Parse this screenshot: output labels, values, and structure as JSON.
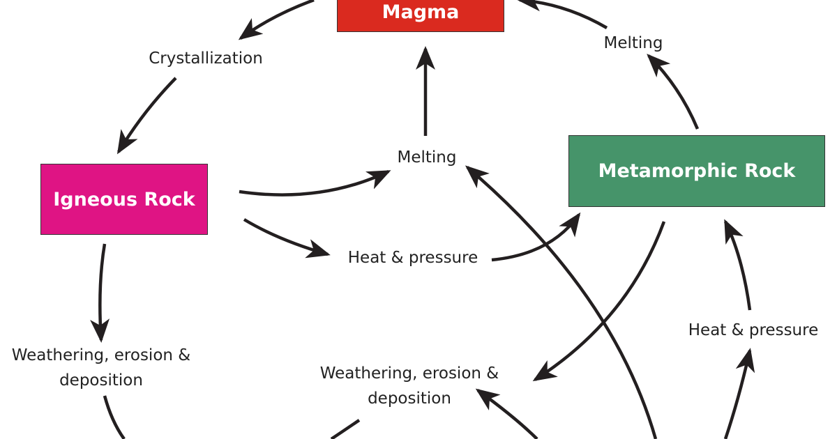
{
  "nodes": {
    "magma": {
      "label": "Magma",
      "color": "#da2a1f"
    },
    "igneous": {
      "label": "Igneous Rock",
      "color": "#df1484"
    },
    "metamorphic": {
      "label": "Metamorphic Rock",
      "color": "#46946a"
    }
  },
  "labels": {
    "crystallization": "Crystallization",
    "melting_top_right": "Melting",
    "melting_center": "Melting",
    "heat_pressure_center": "Heat & pressure",
    "heat_pressure_right": "Heat & pressure",
    "weathering_left_line1": "Weathering, erosion &",
    "weathering_left_line2": "deposition",
    "weathering_center_line1": "Weathering, erosion &",
    "weathering_center_line2": "deposition"
  },
  "arrow_color": "#231f20"
}
